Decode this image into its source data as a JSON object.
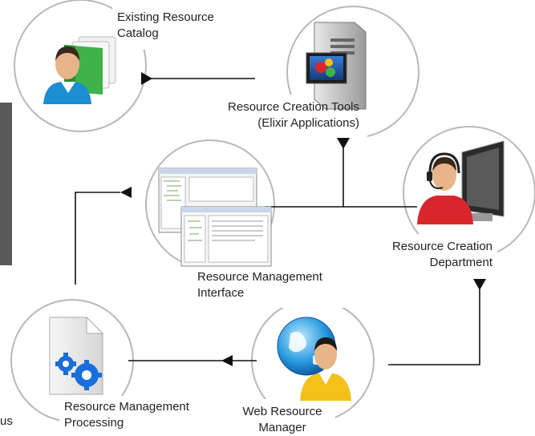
{
  "nodes": {
    "catalog": {
      "label": "Existing Resource\nCatalog",
      "icon": "user-with-documents-icon"
    },
    "tools": {
      "label": "Resource Creation Tools\n(Elixir Applications)",
      "icon": "computer-tower-icon"
    },
    "department": {
      "label": "Resource Creation\nDepartment",
      "icon": "user-headset-monitor-icon"
    },
    "interface": {
      "label": "Resource Management\nInterface",
      "icon": "software-windows-screenshot-icon"
    },
    "processing": {
      "label": "Resource Management\nProcessing",
      "icon": "document-with-gears-icon"
    },
    "web_manager": {
      "label": "Web Resource\nManager",
      "icon": "user-with-globe-icon"
    }
  },
  "edge_text": "us",
  "colors": {
    "circle_stroke": "#b8b8b8",
    "connector": "#111111",
    "sidebar": "#595959",
    "gear_blue": "#1a6ed8",
    "skin": "#e8b58a",
    "shirt_blue": "#1b8fd1",
    "shirt_red": "#d9262c",
    "shirt_yellow": "#f2c21a"
  }
}
